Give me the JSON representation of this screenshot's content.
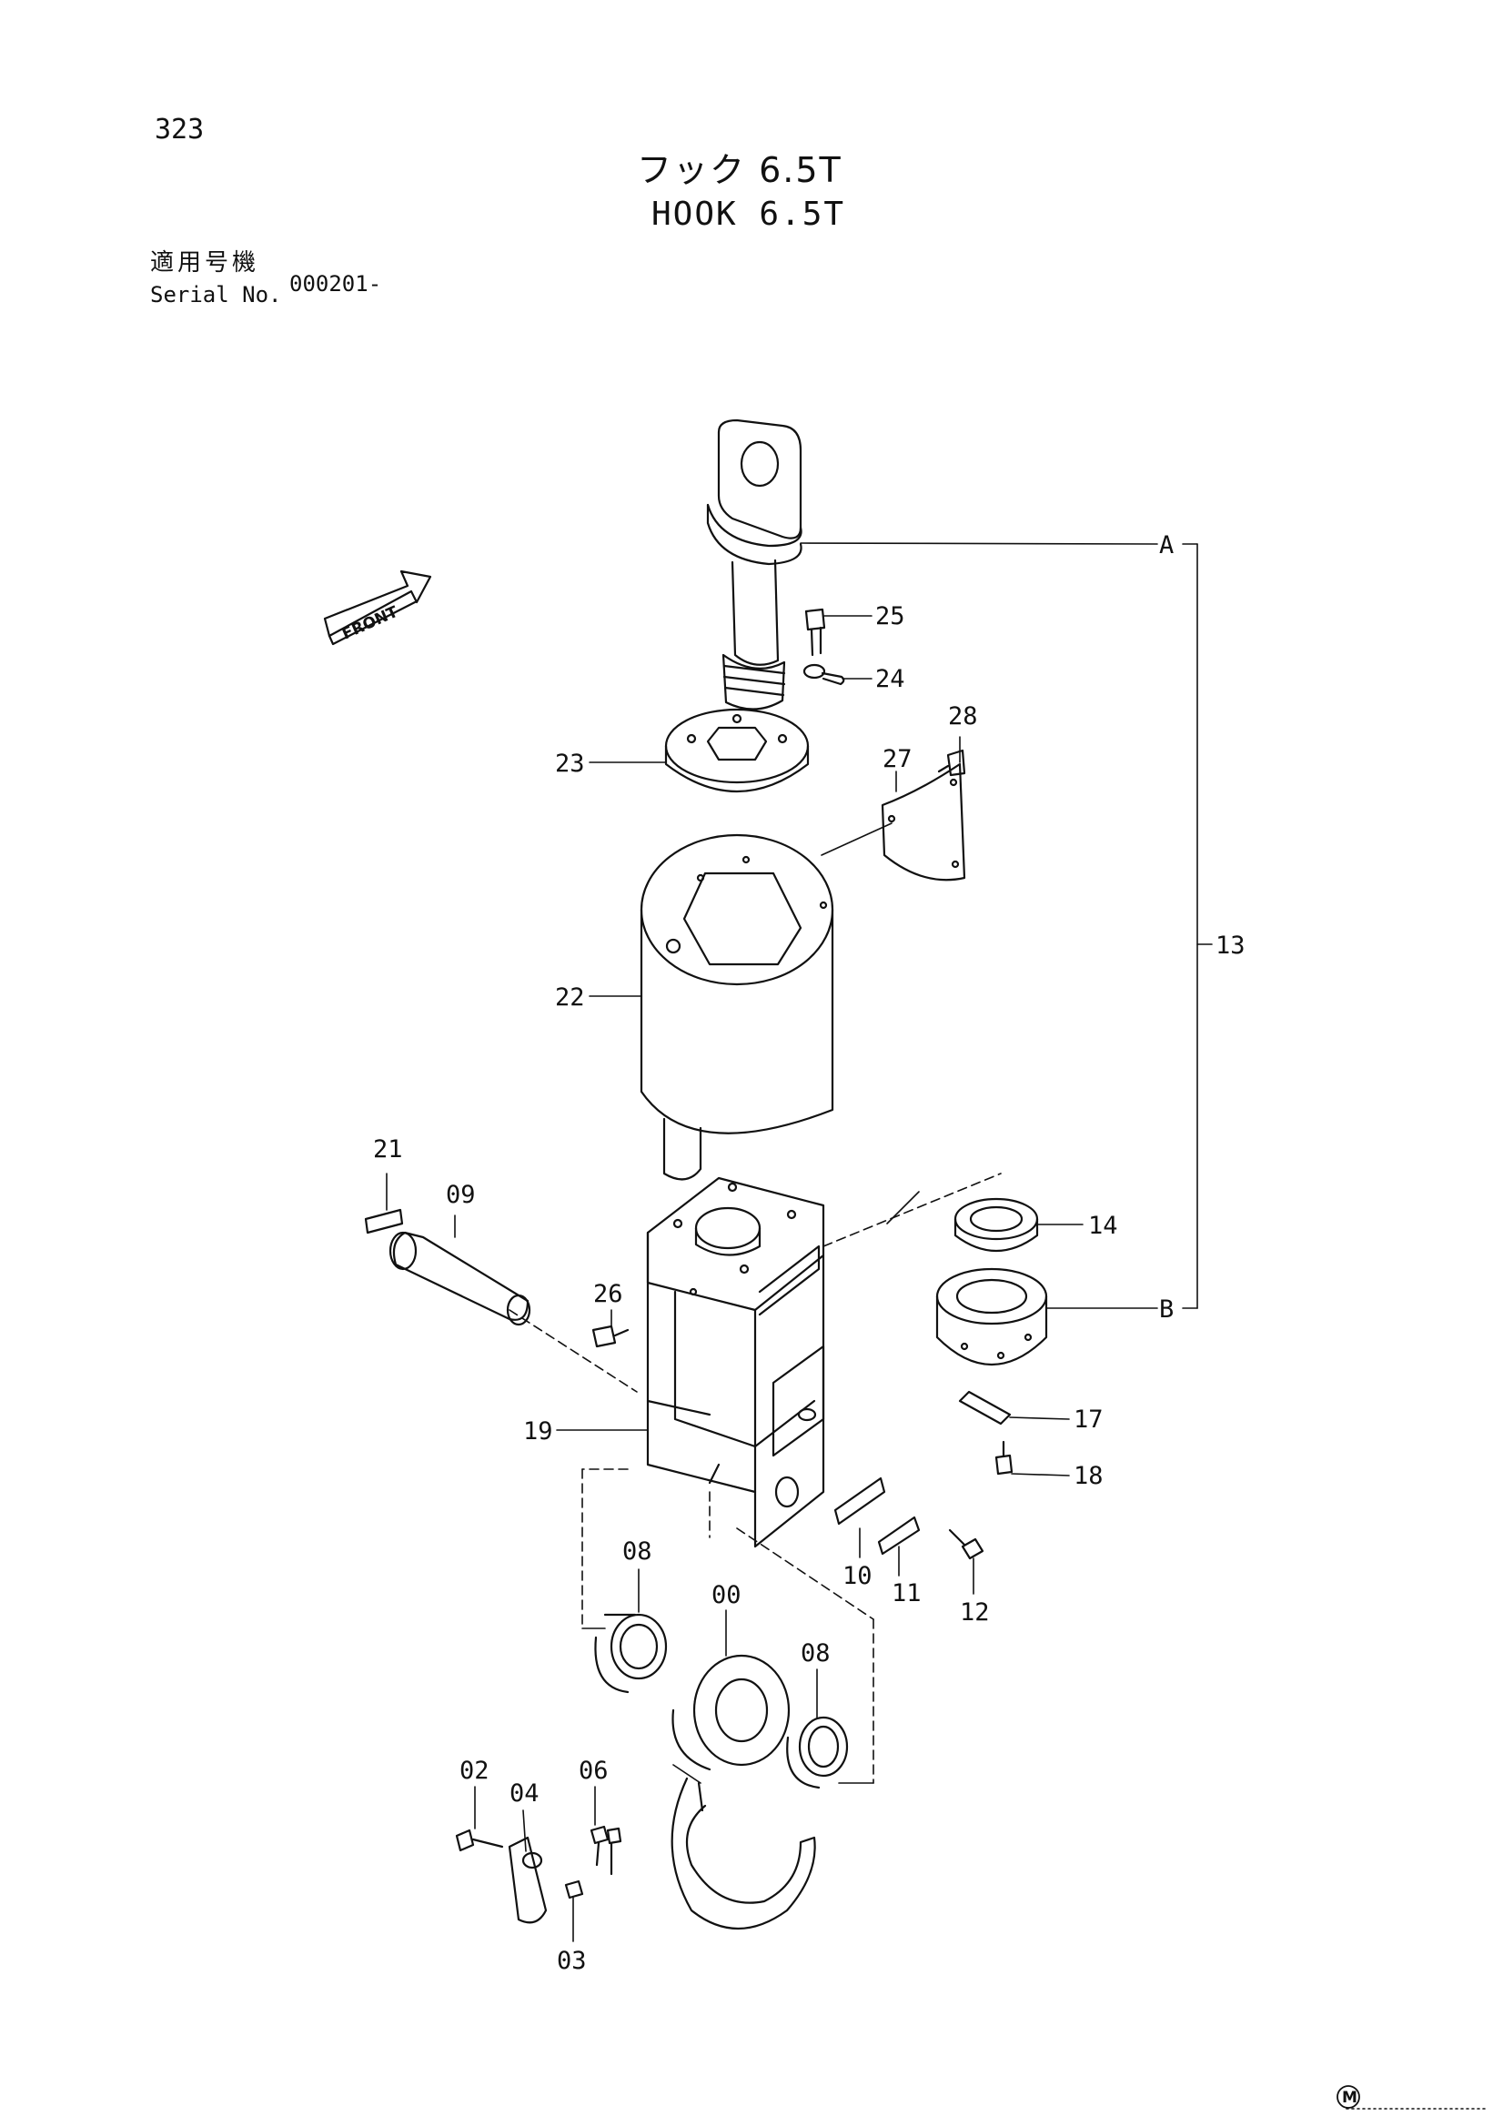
{
  "page_number": "323",
  "title_jp": "フック 6.5T",
  "title_en": "HOOK 6.5T",
  "serial": {
    "label_jp": "適用号機",
    "label_en": "Serial No.",
    "value": "000201-"
  },
  "front_marker": "FRONT",
  "corner_mark": "M",
  "callouts": {
    "c25": "25",
    "c24": "24",
    "c28": "28",
    "c27": "27",
    "c23": "23",
    "c22": "22",
    "c13": "13",
    "cA": "A",
    "cB": "B",
    "c14": "14",
    "c17": "17",
    "c18": "18",
    "c21": "21",
    "c09": "09",
    "c26": "26",
    "c19": "19",
    "c10": "10",
    "c11": "11",
    "c12": "12",
    "c08a": "08",
    "c00": "00",
    "c08b": "08",
    "c02": "02",
    "c04": "04",
    "c06": "06",
    "c03": "03"
  }
}
